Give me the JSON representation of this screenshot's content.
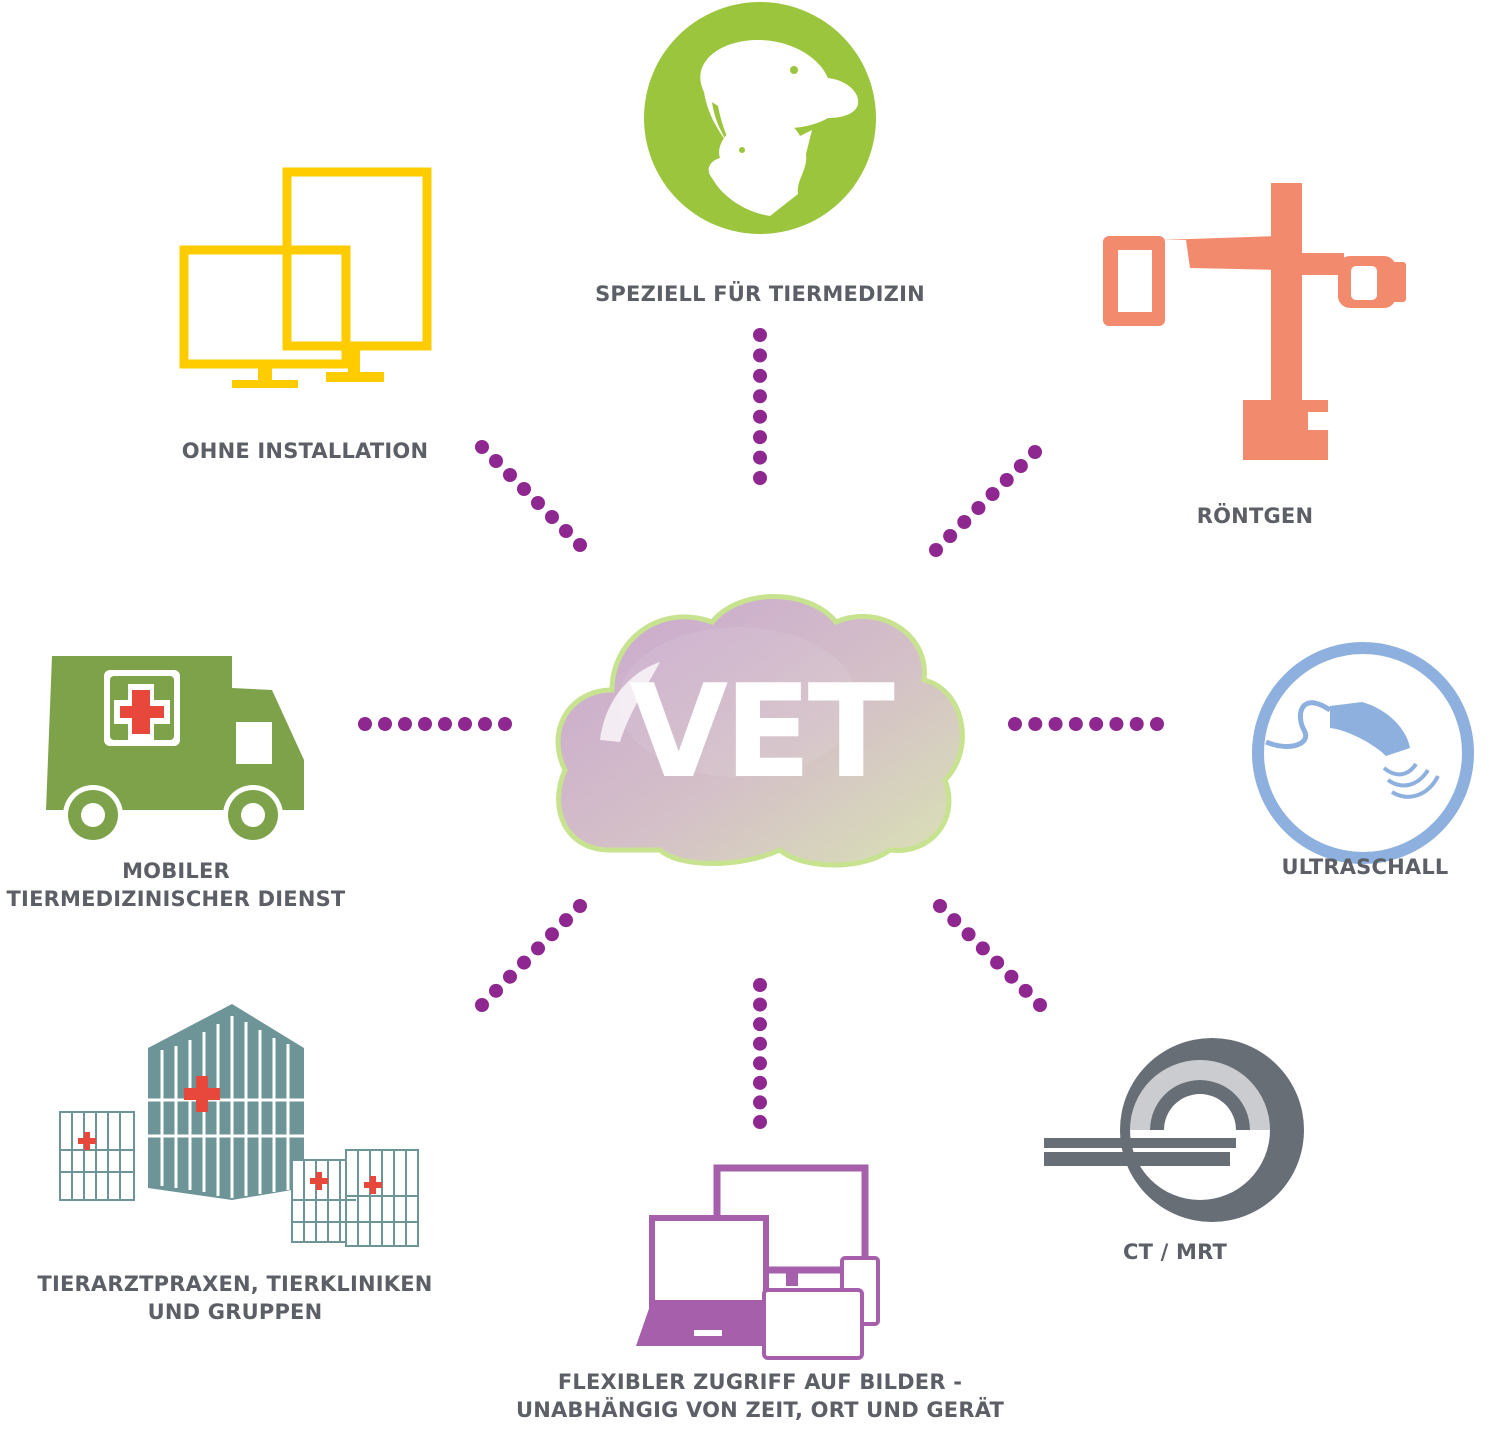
{
  "center": {
    "title": "VET"
  },
  "nodes": [
    {
      "id": "tiermedizin",
      "lines": [
        "SPEZIELL FÜR TIERMEDIZIN"
      ],
      "icon": "dog-cat-icon",
      "color": "#9bc53d"
    },
    {
      "id": "installation",
      "lines": [
        "OHNE INSTALLATION"
      ],
      "icon": "monitors-icon",
      "color": "#ffcc00"
    },
    {
      "id": "roentgen",
      "lines": [
        "RÖNTGEN"
      ],
      "icon": "x-ray-machine-icon",
      "color": "#f28b6e"
    },
    {
      "id": "mobil",
      "lines": [
        "MOBILER",
        "TIERMEDIZINISCHER DIENST"
      ],
      "icon": "ambulance-van-icon",
      "color": "#7ea24a"
    },
    {
      "id": "ultraschall",
      "lines": [
        "ULTRASCHALL"
      ],
      "icon": "ultrasound-probe-icon",
      "color": "#8eb0de"
    },
    {
      "id": "praxen",
      "lines": [
        "TIERARZTPRAXEN, TIERKLINIKEN",
        "UND GRUPPEN"
      ],
      "icon": "hospital-buildings-icon",
      "color": "#6d9496"
    },
    {
      "id": "ctmrt",
      "lines": [
        "CT / MRT"
      ],
      "icon": "ct-scanner-icon",
      "color": "#676e76"
    },
    {
      "id": "zugriff",
      "lines": [
        "FLEXIBLER ZUGRIFF AUF BILDER -",
        "UNABHÄNGIG VON ZEIT, ORT UND GERÄT"
      ],
      "icon": "devices-icon",
      "color": "#a55fab"
    }
  ],
  "colors": {
    "dots": "#8e2790",
    "text": "#5c5f66",
    "cloud_fill": "#d4bcd6",
    "cloud_outline": "#c9e39b"
  }
}
